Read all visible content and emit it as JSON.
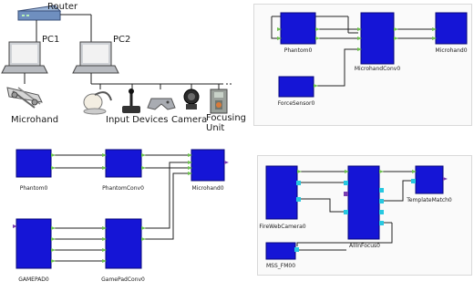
{
  "hardware": {
    "router_label": "Router",
    "pc1_label": "PC1",
    "pc2_label": "PC2",
    "microhand_label": "Microhand",
    "input_devices_label": "Input Devices",
    "camera_label": "Camera",
    "focusing_unit_label": "Focusing Unit"
  },
  "diagram_top_right": {
    "phantom_label": "Phantom0",
    "microhand_conv_label": "MicrohandConv0",
    "microhand_label": "Microhand0",
    "force_sensor_label": "ForceSensor0"
  },
  "diagram_bottom_left": {
    "phantom_label": "Phantom0",
    "phantom_conv_label": "PhantomConv0",
    "microhand_label": "Microhand0",
    "gamepad_label": "GAMEPAD0",
    "gamepad_conv_label": "GamePadConv0"
  },
  "diagram_bottom_right": {
    "firewire_label": "FireWebCamera0",
    "allin_focus_label": "AllInFocus0",
    "template_match_label": "TemplateMatch0",
    "mss_fm_label": "MSS_FM00"
  },
  "colors": {
    "component_fill": "#1515d6",
    "component_edge": "#08087a",
    "port_in": "#6fc24f",
    "port_out": "#6fc24f",
    "port_alt": "#28c8e0",
    "port_purple": "#7a3fb0",
    "wire": "#222222"
  }
}
